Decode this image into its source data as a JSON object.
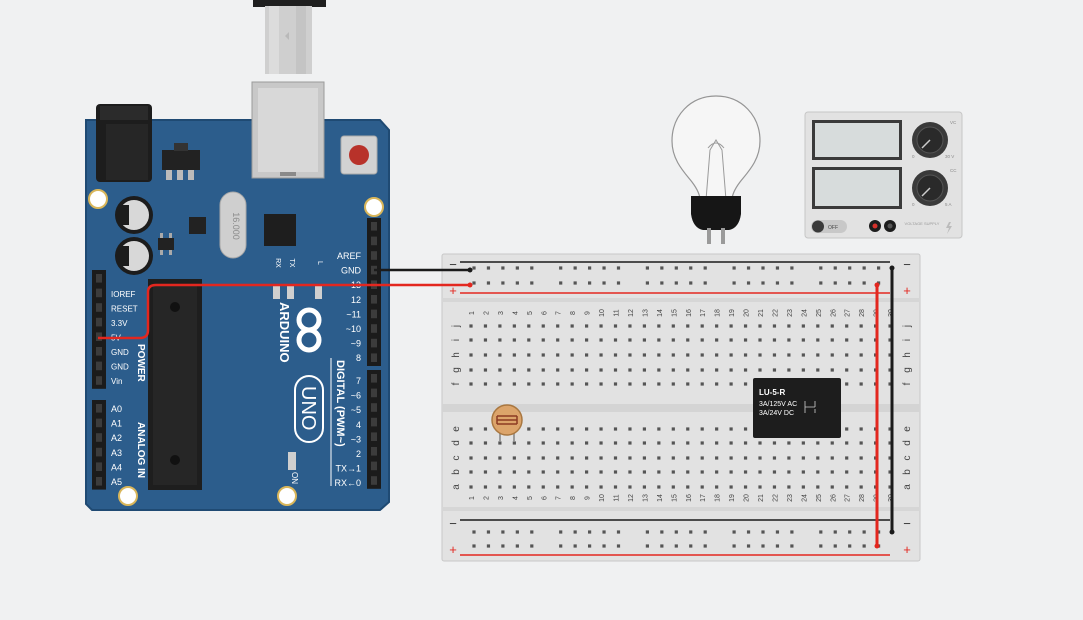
{
  "arduino": {
    "brand": "ARDUINO",
    "model": "UNO",
    "crystal_label": "16.000",
    "power_header_label": "POWER",
    "analog_header_label": "ANALOG IN",
    "digital_header_label": "DIGITAL (PWM~)",
    "led_labels": [
      "RX",
      "TX",
      "L"
    ],
    "on_label": "ON",
    "power_pins": [
      "IOREF",
      "RESET",
      "3.3V",
      "5V",
      "GND",
      "GND",
      "Vin"
    ],
    "analog_pins": [
      "A0",
      "A1",
      "A2",
      "A3",
      "A4",
      "A5"
    ],
    "digital_pins_top": [
      "AREF",
      "GND",
      "13",
      "12",
      "~11",
      "~10",
      "~9",
      "8"
    ],
    "digital_pins_bottom": [
      "7",
      "~6",
      "~5",
      "4",
      "~3",
      "2",
      "TX→1",
      "RX←0"
    ]
  },
  "breadboard": {
    "rail_minus": "−",
    "rail_plus": "+",
    "row_letters_top": [
      "j",
      "i",
      "h",
      "g",
      "f"
    ],
    "row_letters_bottom": [
      "e",
      "d",
      "c",
      "b",
      "a"
    ],
    "column_numbers": [
      "1",
      "2",
      "3",
      "4",
      "5",
      "6",
      "7",
      "8",
      "9",
      "10",
      "11",
      "12",
      "13",
      "14",
      "15",
      "16",
      "17",
      "18",
      "19",
      "20",
      "21",
      "22",
      "23",
      "24",
      "25",
      "26",
      "27",
      "28",
      "29",
      "30"
    ]
  },
  "relay": {
    "model": "LU-5-R",
    "rating_ac": "3A/125V AC",
    "rating_dc": "3A/24V DC"
  },
  "power_supply": {
    "off_label": "OFF",
    "knob_top_scale_min": "0",
    "knob_top_scale_max": "30 V",
    "knob_top_tag": "VC",
    "knob_bottom_scale_min": "0",
    "knob_bottom_scale_max": "5 A",
    "knob_bottom_tag": "CC",
    "panel_text": "VOLTAGE SUPPLY"
  },
  "colors": {
    "arduino_blue": "#2c5d8c",
    "wire_red": "#e3271f",
    "wire_black": "#1b1b1b",
    "breadboard": "#e2e2e2"
  }
}
